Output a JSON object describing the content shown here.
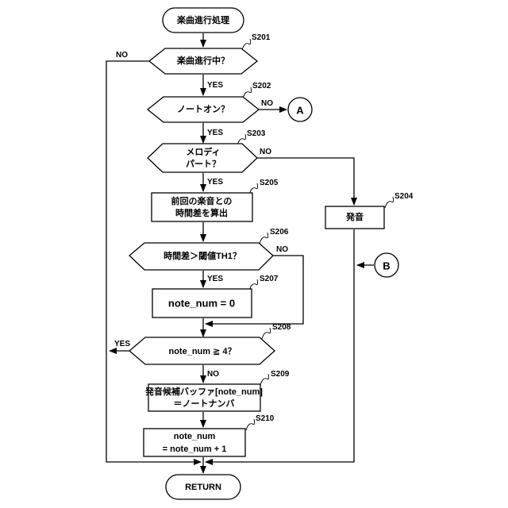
{
  "start": "楽曲進行処理",
  "end": "RETURN",
  "decisions": {
    "s201": "楽曲進行中？",
    "s202": "ノートオン？",
    "s203_line1": "メロディ",
    "s203_line2": "パート？",
    "s206": "時間差＞閾値TH1？",
    "s208": "note_num ≧ 4？"
  },
  "processes": {
    "s205_line1": "前回の楽音との",
    "s205_line2": "時間差を算出",
    "s204": "発音",
    "s207": "note_num = 0",
    "s209_line1": "発音候補バッファ[note_num]",
    "s209_line2": "＝ノートナンバ",
    "s210_line1": "note_num",
    "s210_line2": "= note_num + 1"
  },
  "step_labels": {
    "s201": "S201",
    "s202": "S202",
    "s203": "S203",
    "s204": "S204",
    "s205": "S205",
    "s206": "S206",
    "s207": "S207",
    "s208": "S208",
    "s209": "S209",
    "s210": "S210"
  },
  "connectors": {
    "a": "A",
    "b": "B"
  },
  "branch_labels": {
    "yes": "YES",
    "no": "NO"
  }
}
